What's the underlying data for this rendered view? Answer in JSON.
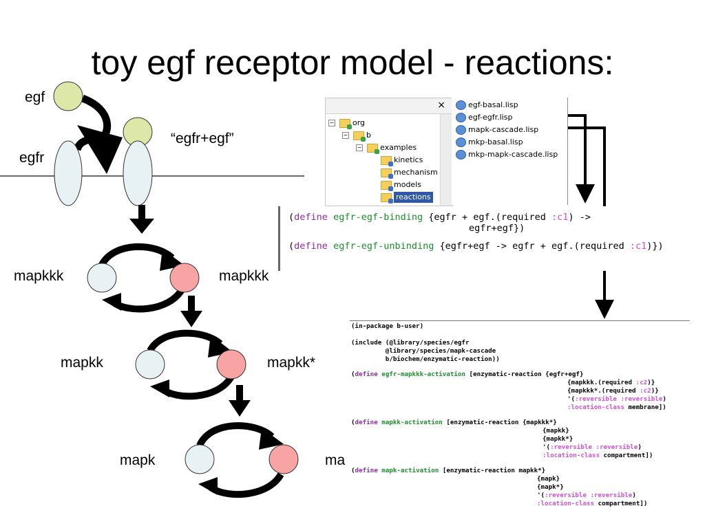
{
  "title": "toy egf receptor model - reactions:",
  "labels": {
    "egf": "egf",
    "egfr": "egfr",
    "complex": "“egfr+egf”",
    "mapkkk": "mapkkk",
    "mapkkk_star": "mapkkk",
    "mapkk": "mapkk",
    "mapkk_star": "mapkk*",
    "mapk": "mapk",
    "mapk_star": "ma"
  },
  "colors": {
    "egf_fill": "#dde8a8",
    "receptor_fill": "#e8f2f4",
    "inactive_fill": "#e8f2f4",
    "active_fill": "#f8a4a4"
  },
  "tree": {
    "close": "×",
    "items": [
      "org",
      "b",
      "examples",
      "kinetics",
      "mechanism",
      "models",
      "reactions"
    ]
  },
  "files": [
    "egf-basal.lisp",
    "egf-egfr.lisp",
    "mapk-cascade.lisp",
    "mkp-basal.lisp",
    "mkp-mapk-cascade.lisp"
  ],
  "code1": {
    "l1": {
      "p": "(",
      "kw": "define",
      "name": "egfr-egf-binding",
      "body": " {egfr + egf.(required ",
      "key": ":c1",
      "tail": ") ->"
    },
    "l2": "egfr+egf})",
    "l3": {
      "p": "(",
      "kw": "define",
      "name": "egfr-egf-unbinding",
      "body": " {egfr+egf -> egfr + egf.(required ",
      "key": ":c1",
      "tail": ")})"
    }
  },
  "code2": {
    "l01": "(in-package b-user)",
    "l02": "(include (@library/species/egfr",
    "l03": "         @library/species/mapk-cascade",
    "l04": "         b/biochem/enzymatic-reaction))",
    "l05": {
      "kw": "define",
      "name": "egfr-mapkkk-activation",
      "body": " [enzymatic-reaction {egfr+egf}"
    },
    "l06": {
      "body": "{mapkkk.(required ",
      "key": ":c2",
      "tail": ")}"
    },
    "l07": {
      "body": "{mapkkk*.(required ",
      "key": ":c2",
      "tail": ")}"
    },
    "l08": {
      "pre": "'(",
      "key": ":reversible :reversible",
      "tail": ")"
    },
    "l09": {
      "key": ":location-class",
      "tail": " membrane])"
    },
    "l10": {
      "kw": "define",
      "name": "mapkk-activation",
      "body": " [enzymatic-reaction {mapkkk*}"
    },
    "l11": "{mapkk}",
    "l12": "{mapkk*}",
    "l13": {
      "pre": "'(",
      "key": ":reversible :reversible",
      "tail": ")"
    },
    "l14": {
      "key": ":location-class",
      "tail": " compartment])"
    },
    "l15": {
      "kw": "define",
      "name": "mapk-activation",
      "body": " [enzymatic-reaction mapkk*}"
    },
    "l16": "{mapk}",
    "l17": "{mapk*}",
    "l18": {
      "pre": "'(",
      "key": ":reversible :reversible",
      "tail": ")"
    },
    "l19": {
      "key": ":location-class",
      "tail": " compartment])"
    }
  }
}
